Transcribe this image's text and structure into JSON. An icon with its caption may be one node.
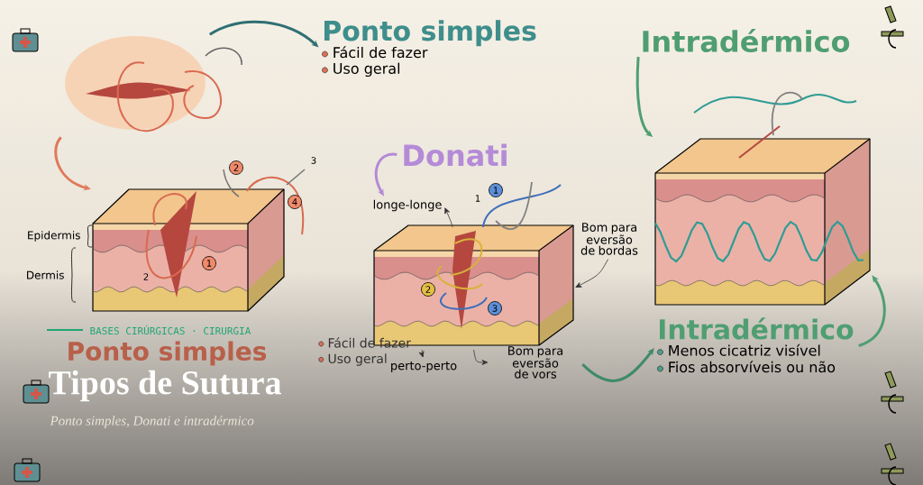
{
  "diagram": {
    "title": "Tipos de Sutura",
    "caption": "Ponto simples, Donati e intradérmico",
    "nodes": [
      {
        "text": [],
        "shape": "picture"
      },
      {
        "text": [
          "Ponto simples",
          "Fácil de fazer",
          "Uso geral"
        ]
      },
      {
        "text": [],
        "shape": "picture"
      },
      {
        "text": [
          "Donati"
        ]
      },
      {
        "text": [
          "longe-longe"
        ]
      },
      {
        "text": [],
        "shape": "picture"
      },
      {
        "text": [
          "Bom para eversão de bordas"
        ]
      },
      {
        "text": [
          "perto-perto"
        ]
      },
      {
        "text": [
          "Bom para eversão de vors"
        ]
      },
      {
        "text": [
          "Intradérmico"
        ]
      },
      {
        "text": [],
        "shape": "picture"
      },
      {
        "text": [
          "Intradérmico",
          "Menos cicatriz visível",
          "Fios absorvíveis ou não"
        ]
      }
    ],
    "edges": [
      {
        "from": 0,
        "to": 1,
        "arrow": "to",
        "color": "#2f6f73"
      },
      {
        "from": 0,
        "to": 2,
        "arrow": "to",
        "color": "#e0785c"
      },
      {
        "from": 3,
        "to": 4,
        "arrow": "to",
        "color": "#b48ad6"
      },
      {
        "from": 5,
        "to": 4,
        "arrow": "to"
      },
      {
        "from": 6,
        "to": 5,
        "arrow": "to"
      },
      {
        "from": 5,
        "to": 7,
        "arrow": "to"
      },
      {
        "from": 5,
        "to": 8,
        "arrow": "to"
      },
      {
        "from": 9,
        "to": 10,
        "arrow": "to",
        "color": "#4f9e72"
      },
      {
        "from": 11,
        "to": 10,
        "arrow": "to",
        "color": "#4f9e72"
      },
      {
        "from": 8,
        "to": 11,
        "arrow": "to",
        "color": "#3f8a6a"
      }
    ],
    "labels": [
      "Epidermis",
      "Dermis",
      "2",
      "3",
      "4",
      "1",
      "2",
      "1",
      "1",
      "2",
      "3",
      "BASES CIRÚRGICAS · CIRURGIA",
      "Ponto simples",
      "Fácil de fazer",
      "Uso geral"
    ]
  }
}
